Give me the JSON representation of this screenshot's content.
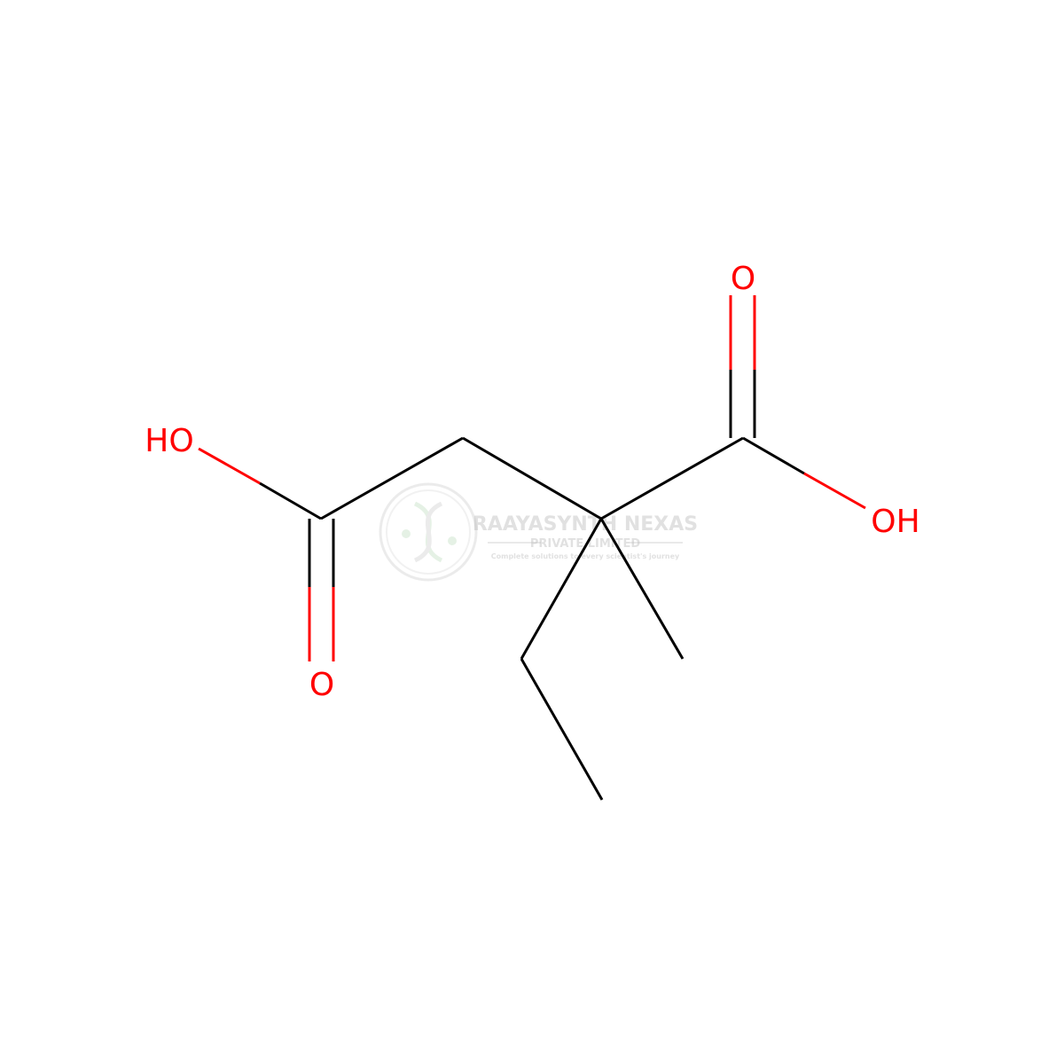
{
  "molecule": {
    "atoms": {
      "o_left_oh": "HO",
      "o_left_carbonyl": "O",
      "o_right_carbonyl": "O",
      "o_right_oh": "OH"
    }
  },
  "watermark": {
    "company": "RAAYASYNTH NEXAS",
    "subtitle": "PRIVATE LIMITED",
    "tagline": "Complete solutions to every scientist's journey"
  },
  "colors": {
    "bond": "#000000",
    "oxygen": "#ff0000",
    "watermark": "#bdbdbd"
  }
}
